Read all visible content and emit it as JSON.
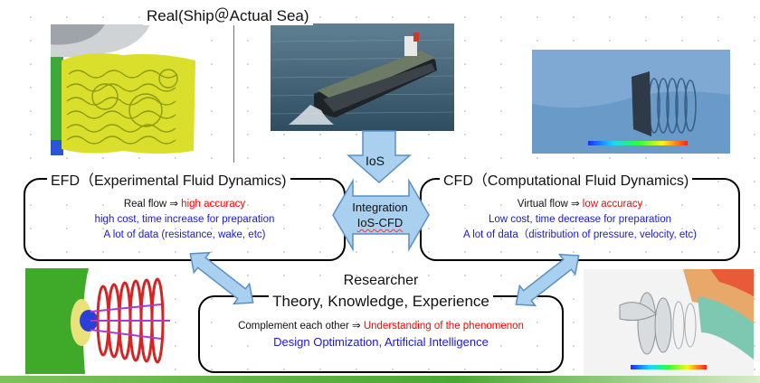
{
  "top": {
    "title": "Real(Ship＠Actual Sea)"
  },
  "ios": {
    "label": "IoS"
  },
  "integration": {
    "line1": "Integration",
    "line2": "IoS-CFD"
  },
  "efd": {
    "title": "EFD（Experimental Fluid Dynamics)",
    "line1_prefix": "Real  flow ⇒ ",
    "line1_highlight": "high accuracy",
    "line2": "high cost, time increase for preparation",
    "line3": "A lot of data (resistance, wake, etc)"
  },
  "cfd": {
    "title": "CFD（Computational Fluid Dynamics)",
    "line1_prefix": "Virtual flow ⇒ ",
    "line1_highlight": "low accuracy",
    "line2": "Low cost, time decrease for preparation",
    "line3": "A lot of data（distribution of pressure, velocity, etc)"
  },
  "researcher": {
    "title": "Researcher",
    "subtitle": "Theory, Knowledge, Experience",
    "line1_prefix": "Complement each other ⇒ ",
    "line1_highlight": "Understanding of the phenomenon",
    "line2": "Design Optimization, Artificial Intelligence"
  },
  "colors": {
    "arrow_fill": "#a9d0ee",
    "arrow_stroke": "#5a8fc4",
    "accent_red": "#ff0000",
    "accent_blue": "#1a1ad0",
    "bottom_bar": "#5cb83a"
  }
}
